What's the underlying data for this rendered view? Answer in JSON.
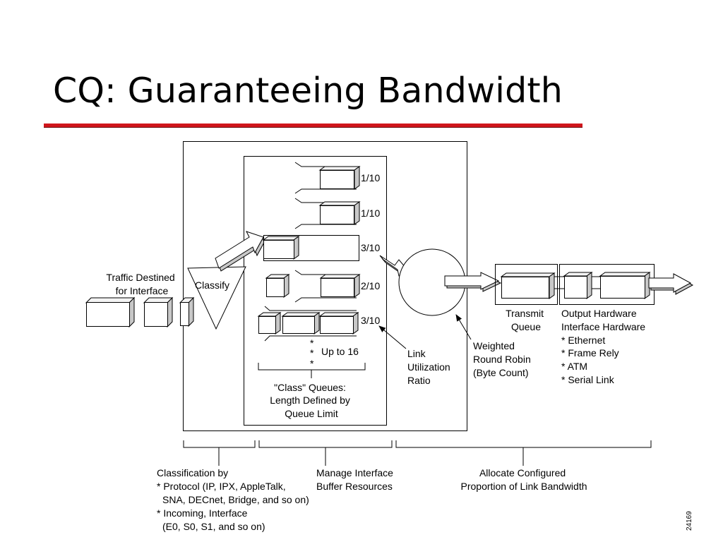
{
  "title": "CQ: Guaranteeing Bandwidth",
  "diagram": {
    "traffic_label": [
      "Traffic Destined",
      "for Interface"
    ],
    "classify_label": "Classify",
    "queue_ratios": [
      "1/10",
      "1/10",
      "3/10",
      "2/10",
      "3/10"
    ],
    "asterisks": [
      "*",
      "*",
      "*"
    ],
    "up_to_label": "Up to 16",
    "class_queues_label": [
      "\"Class\" Queues:",
      "Length Defined by",
      "Queue Limit"
    ],
    "link_util_label": [
      "Link",
      "Utilization",
      "Ratio"
    ],
    "wrr_label": [
      "Weighted",
      "Round Robin",
      "(Byte Count)"
    ],
    "transmit_queue_label": [
      "Transmit",
      "Queue"
    ],
    "output_hw_label": [
      "Output Hardware",
      "Interface Hardware",
      "* Ethernet",
      "* Frame Rely",
      "* ATM",
      "* Serial Link"
    ],
    "classification_label": [
      "Classification by",
      "* Protocol (IP, IPX, AppleTalk,",
      "SNA, DECnet, Bridge, and so on)",
      "* Incoming, Interface",
      "(E0, S0, S1, and so on)"
    ],
    "manage_label": [
      "Manage Interface",
      "Buffer Resources"
    ],
    "allocate_label": [
      "Allocate Configured",
      "Proportion of Link Bandwidth"
    ],
    "figure_id": "24169"
  }
}
